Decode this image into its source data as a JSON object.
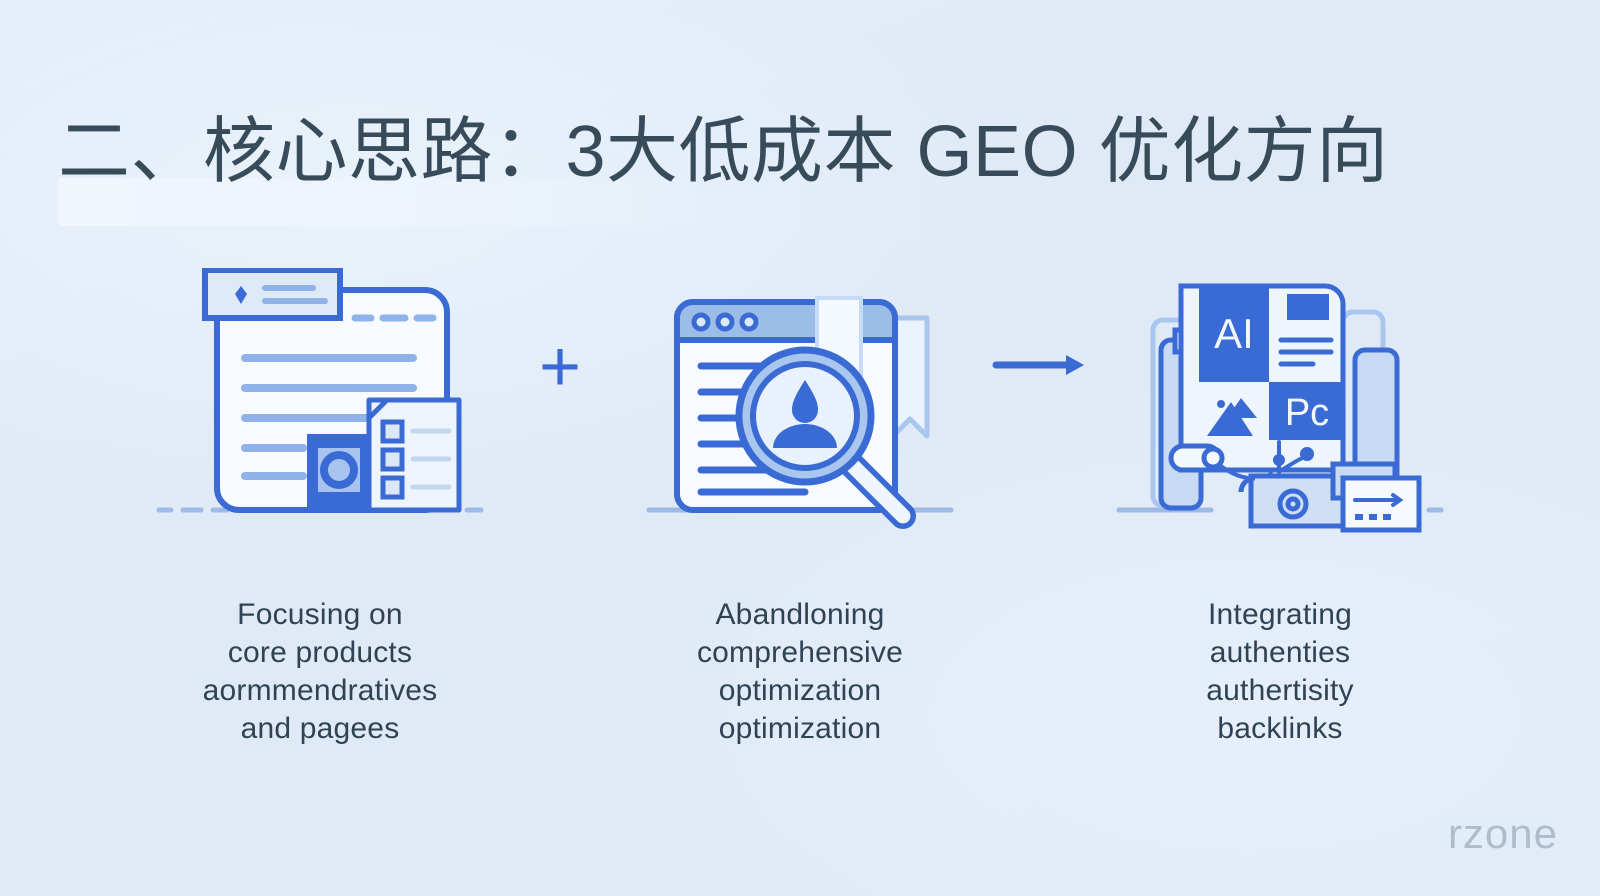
{
  "slide": {
    "title": "二、核心思路：3大低成本 GEO 优化方向",
    "watermark": "rzone",
    "background_color": "#e2ecf8",
    "title_color": "#384b5b",
    "accent_blue": "#3a6ad4",
    "soft_blue": "#8fb3e8",
    "pale_blue": "#cfe0f6"
  },
  "steps": [
    {
      "id": "step-1",
      "illustration": "document-checklist-illustration",
      "caption_lines": [
        "Focusing on",
        "core products",
        "aormmendratives",
        "and pagees"
      ]
    },
    {
      "id": "step-2",
      "illustration": "browser-magnifier-illustration",
      "caption_lines": [
        "Abandloning",
        "comprehensive",
        "optimization",
        "optimization"
      ]
    },
    {
      "id": "step-3",
      "illustration": "ai-content-machine-illustration",
      "caption_lines": [
        "Integrating",
        "authenties",
        "authertisity",
        "backlinks"
      ]
    }
  ],
  "connectors": {
    "plus": "+",
    "arrow": "→"
  },
  "illustration_labels": {
    "ai": "AI",
    "pc": "Pc"
  }
}
